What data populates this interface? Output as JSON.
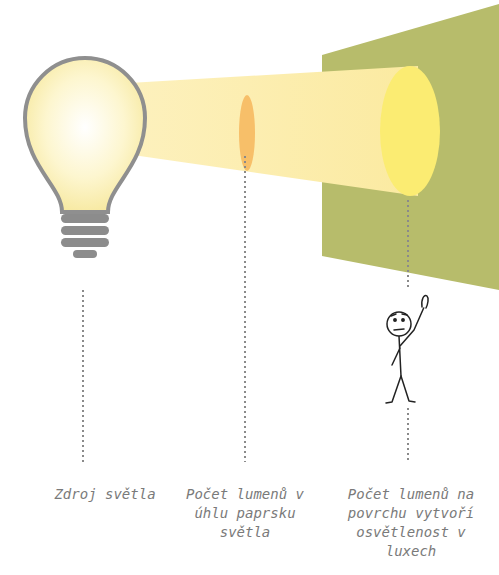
{
  "diagram": {
    "labels": [
      "Zdroj světla",
      "Počet lumenů v úhlu paprsku světla",
      "Počet lumenů na povrchu vytvoří osvětlenost v luxech"
    ]
  }
}
